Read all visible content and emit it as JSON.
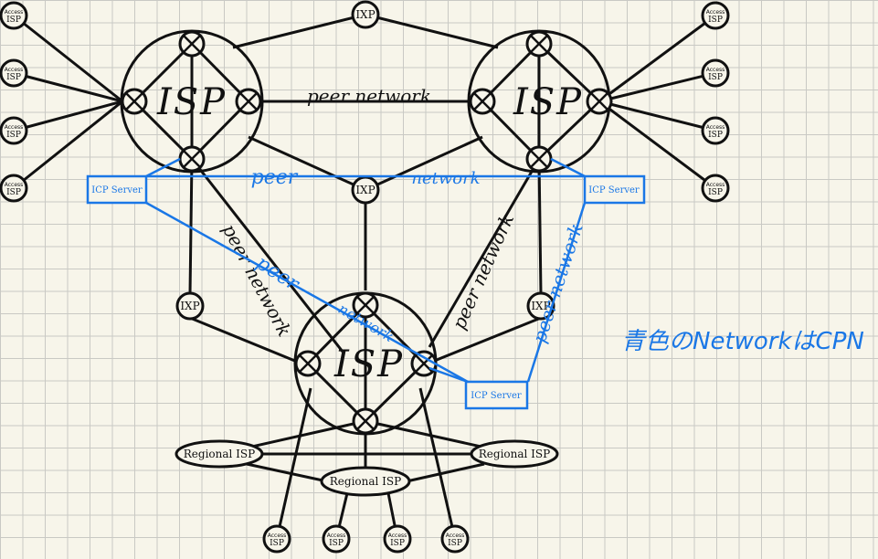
{
  "labels": {
    "isp": "ISP",
    "ixp": "IXP",
    "access_line1": "Access",
    "access_line2": "ISP",
    "regional_isp": "Regional ISP",
    "icp_server": "ICP Server",
    "peer_network_top": "peer network",
    "peer_left": "peer",
    "network_right": "network",
    "peer_network_left_black": "peer network",
    "peer_network_right_black": "peer network",
    "peer_blue_diag": "peer",
    "network_blue_diag": "network",
    "peer_network_blue_right": "peer network",
    "note": "青色のNetworkはCPN"
  },
  "colors": {
    "ink": "#111111",
    "blue": "#1a77e6",
    "paper": "#f7f5ea"
  }
}
